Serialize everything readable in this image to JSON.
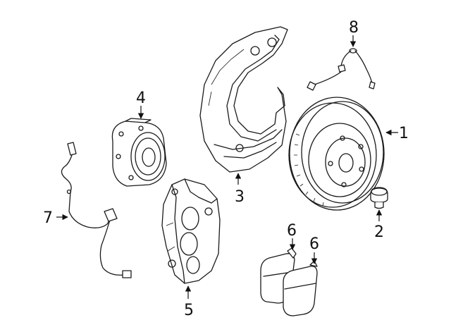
{
  "callouts": {
    "c1": "1",
    "c2": "2",
    "c3": "3",
    "c4": "4",
    "c5": "5",
    "c6a": "6",
    "c6b": "6",
    "c7": "7",
    "c8": "8"
  },
  "colors": {
    "line": "#1a1a1a",
    "background": "#ffffff"
  }
}
